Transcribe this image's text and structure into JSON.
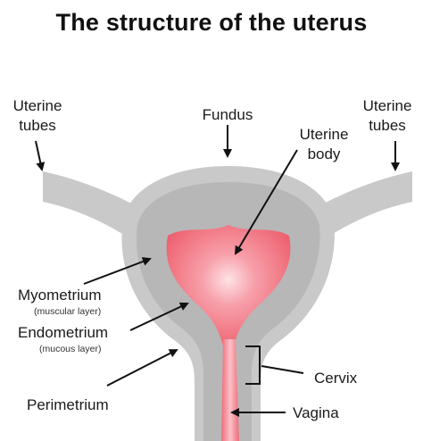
{
  "title": "The structure of the uterus",
  "labels": {
    "uterine_tubes_left": [
      "Uterine",
      "tubes"
    ],
    "uterine_tubes_right": [
      "Uterine",
      "tubes"
    ],
    "fundus": "Fundus",
    "uterine_body": [
      "Uterine",
      "body"
    ],
    "myometrium": "Myometrium",
    "myometrium_sub": "(muscular layer)",
    "endometrium": "Endometrium",
    "endometrium_sub": "(mucous layer)",
    "perimetrium": "Perimetrium",
    "cervix": "Cervix",
    "vagina": "Vagina"
  },
  "colors": {
    "outer_tissue": "#c9c9c9",
    "inner_tissue": "#b5b5b5",
    "cavity_light": "#f9a3ac",
    "cavity_dark": "#ee5f6e",
    "arrow": "#111111"
  }
}
